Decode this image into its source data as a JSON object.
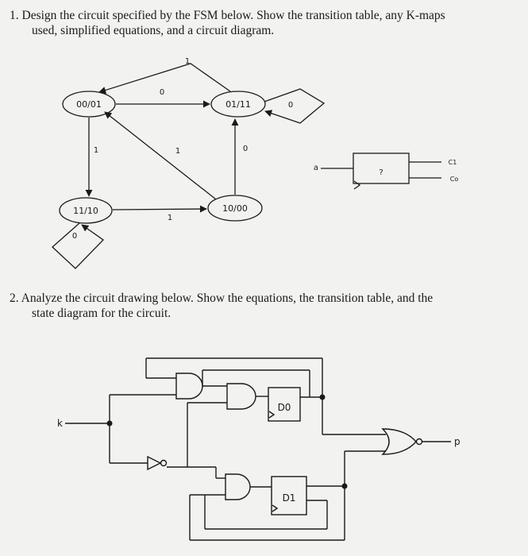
{
  "problem1": {
    "line1": "1. Design the circuit specified by the FSM below. Show the transition table, any K-maps",
    "line2": "used, simplified equations, and a circuit diagram."
  },
  "fsm": {
    "states": [
      "00/01",
      "01/11",
      "11/10",
      "10/00"
    ],
    "edge_labels": {
      "s0_to_s1": "0",
      "s0_to_s1_top": "1",
      "s1_self": "0",
      "s0_to_s2": "1",
      "s3_to_s0": "1",
      "s3_to_s1": "0",
      "s2_to_s3": "1",
      "s2_self": "0"
    }
  },
  "block": {
    "input": "a",
    "center": "?",
    "out1": "C1",
    "out2": "Co"
  },
  "problem2": {
    "line1": "2. Analyze the circuit drawing below. Show the equations, the transition table, and the",
    "line2": "state diagram for the circuit."
  },
  "circuit": {
    "input_label": "k",
    "ff0_label": "D0",
    "ff1_label": "D1",
    "output_label": "p"
  }
}
